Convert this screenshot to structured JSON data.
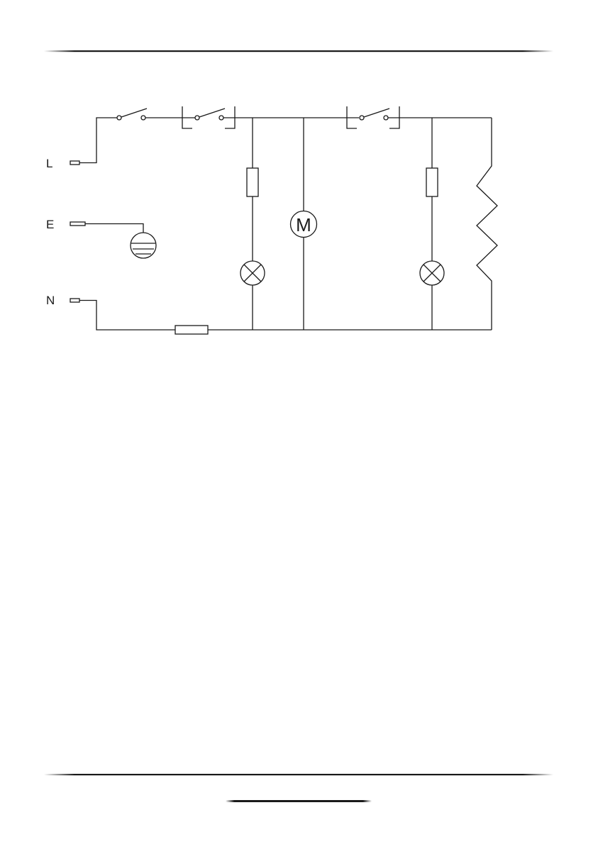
{
  "diagram": {
    "terminals": {
      "live": "L",
      "earth": "E",
      "neutral": "N"
    },
    "motor_label": "M"
  },
  "colors": {
    "line": "#1a1a1a",
    "background": "#ffffff"
  }
}
